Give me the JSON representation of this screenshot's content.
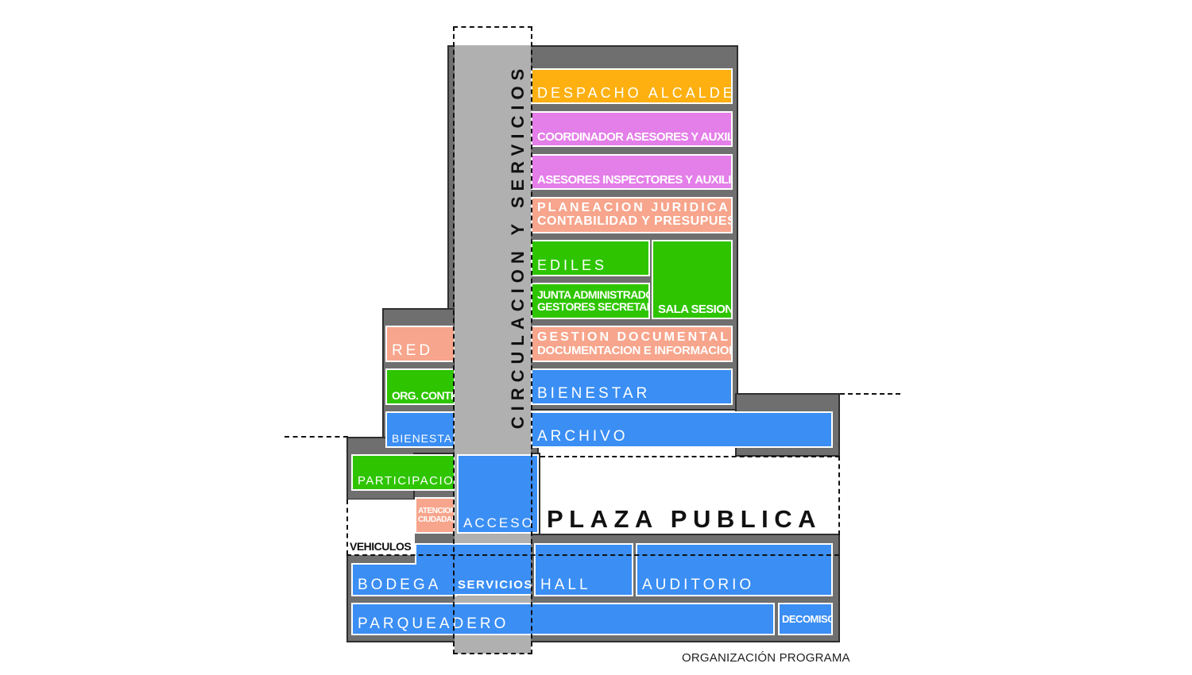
{
  "caption": "ORGANIZACIÓN PROGRAMA",
  "circulation": "CIRCULACION Y SERVICIOS",
  "plaza": "PLAZA PUBLICA",
  "vehiculos": "VEHICULOS",
  "rooms": {
    "despacho": "DESPACHO ALCALDE",
    "coordinador": "COORDINADOR ASESORES Y AUXILIARES",
    "asesores": "ASESORES INSPECTORES Y AUXILIARES",
    "planeacion_1": "PLANEACION JURIDICA",
    "planeacion_2": "CONTABILIDAD Y PRESUPUESTO",
    "ediles": "EDILES",
    "junta_1": "JUNTA ADMINISTRADORA",
    "junta_2": "GESTORES SECRETARIAS",
    "sala": "SALA SESIONES",
    "gestion_1": "GESTION DOCUMENTAL",
    "gestion_2": "DOCUMENTACION E INFORMACION",
    "red": "RED",
    "org_control": "ORG. CONTROL",
    "bienestar_left": "BIENESTAR",
    "bienestar_right": "BIENESTAR",
    "archivo": "ARCHIVO",
    "participacion": "PARTICIPACION",
    "atencion_1": "ATENCION",
    "atencion_2": "CIUDADANO",
    "acceso": "ACCESO",
    "bodega": "BODEGA",
    "servicios": "SERVICIOS",
    "hall": "HALL",
    "auditorio": "AUDITORIO",
    "parqueadero": "PARQUEADERO",
    "decomisos": "DECOMISOS"
  },
  "colors": {
    "mass": "#6f6f6f",
    "circulation": "#b0b0b0",
    "orange": "#fdb010",
    "pink": "#e47ee9",
    "salmon": "#f7a58c",
    "green": "#2ec500",
    "blue": "#3a8ef4"
  }
}
